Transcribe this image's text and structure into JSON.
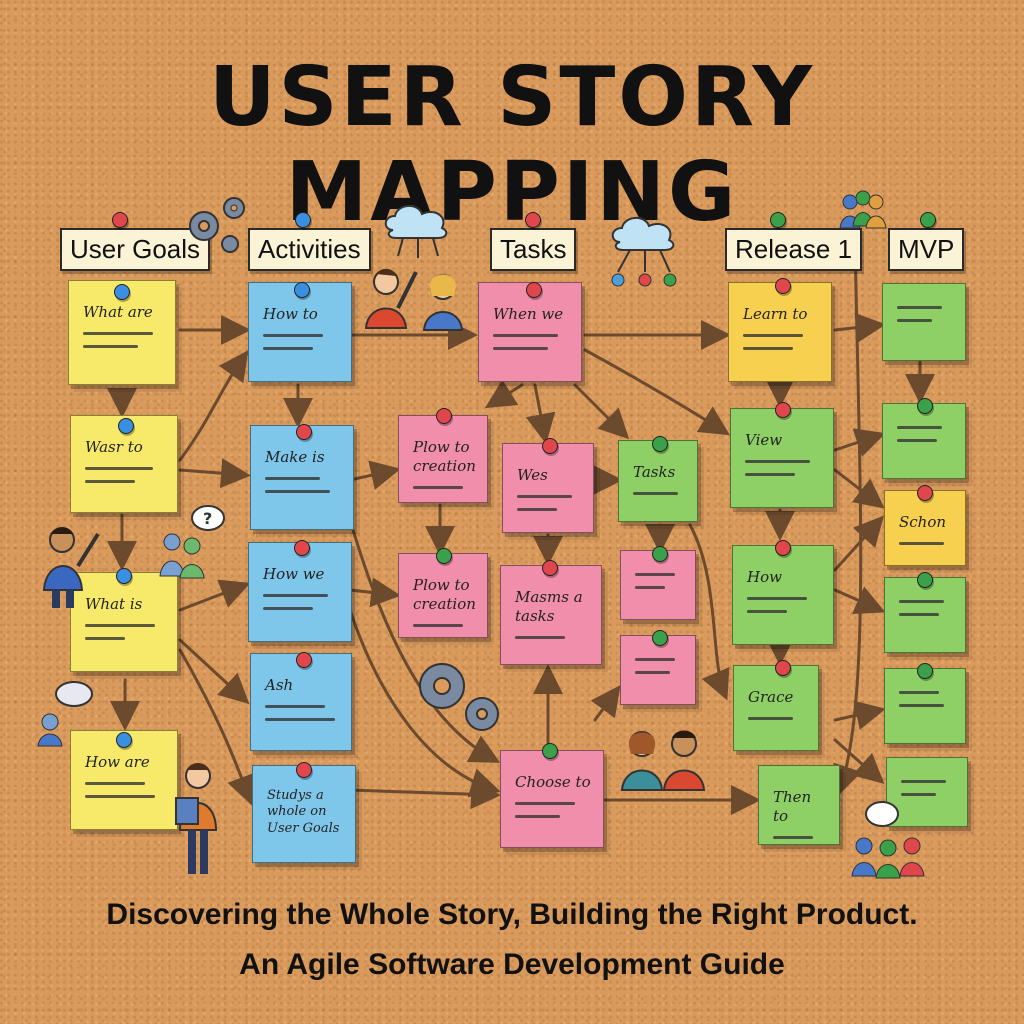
{
  "title": "USER STORY MAPPING",
  "subtitle_line1": "Discovering the Whole Story, Building the Right Product.",
  "subtitle_line2": "An Agile Software Development Guide",
  "headers": {
    "user_goals": "User Goals",
    "activities": "Activities",
    "tasks": "Tasks",
    "release1": "Release 1",
    "mvp": "MVP"
  },
  "notes": {
    "ug1": "What are",
    "ug2": "Wasr to",
    "ug3": "What is",
    "ug4": "How are",
    "act1": "How to",
    "act2": "Make is",
    "act3": "How we",
    "act4": "Ash",
    "act5": "Studys a whole on User Goals",
    "task_top": "When we",
    "task_c1": "Plow to creation",
    "task_c2": "Plow to creation",
    "task_m1": "Wes",
    "task_m2": "Masms a tasks",
    "task_bottom": "Choose to",
    "task_r1": "Tasks",
    "rel1": "Learn to",
    "rel2": "View",
    "rel3": "How",
    "rel4": "Grace",
    "rel5": "Then to",
    "mvp3": "Schon"
  },
  "colors": {
    "cork": "#d99a5c",
    "yellow": "#f7e96a",
    "blue": "#7fc7ea",
    "pink": "#f08eac",
    "green": "#8ed065",
    "gold": "#f6d04e"
  }
}
